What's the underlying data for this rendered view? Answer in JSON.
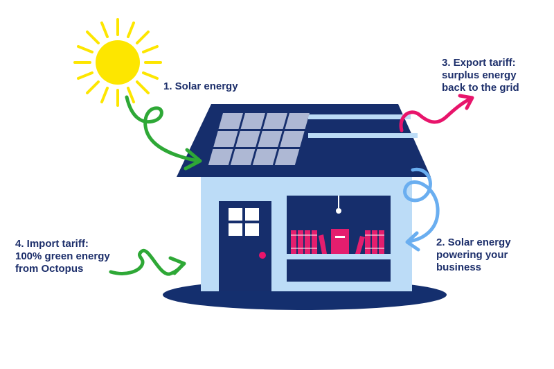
{
  "labels": {
    "solar": {
      "line1": "1. Solar energy"
    },
    "export": {
      "line1": "3. Export tariff:",
      "line2": "surplus energy",
      "line3": "back to the grid"
    },
    "powering": {
      "line1": "2. Solar energy",
      "line2": "powering your",
      "line3": "business"
    },
    "import": {
      "line1": "4. Import tariff:",
      "line2": "100% green energy",
      "line3": "from Octopus"
    }
  },
  "colors": {
    "navy": "#142f6e",
    "roof": "#162e6c",
    "wall": "#bcdcf7",
    "panel": "#aeb8d4",
    "sun": "#fde600",
    "green_arrow": "#2ea836",
    "pink_arrow": "#e8146b",
    "blue_arrow": "#6aaef0",
    "books": "#e41e6e",
    "knob": "#e8146b"
  },
  "icons": {
    "sun": "sun-icon",
    "house": "house-icon",
    "solar_panel": "solar-panel-icon",
    "arrow": "arrow-icon"
  }
}
